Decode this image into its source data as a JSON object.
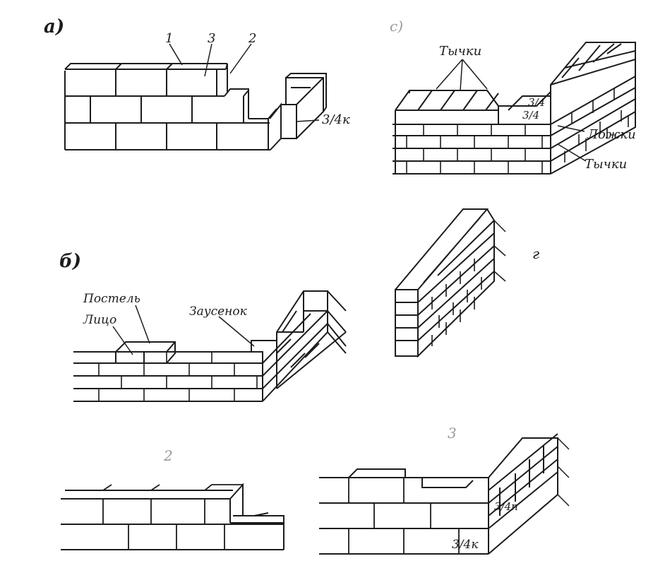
{
  "colors": {
    "ink": "#1c1c1c",
    "paper": "#ffffff",
    "faint": "#9a9a9a"
  },
  "fig_a": {
    "letter": "а)",
    "num_1": "1",
    "num_3": "3",
    "num_2": "2",
    "three_quarter": "3/4к"
  },
  "fig_b": {
    "letter": "б)",
    "postel": "Постель",
    "litso": "Лицо",
    "zausenok": "Заусенок"
  },
  "fig_c": {
    "letter": "с)",
    "tychki_top": "Тычки",
    "three_quarter_1": "3/4",
    "three_quarter_2": "3/4",
    "lozhki": "Ложки",
    "tychki_side": "Тычки"
  },
  "fig_d": {
    "letter": "г"
  },
  "fig_e": {
    "letter": "2"
  },
  "fig_f": {
    "letter": "3",
    "three_quarter_1": "3/4п",
    "three_quarter_2": "3/4к"
  }
}
